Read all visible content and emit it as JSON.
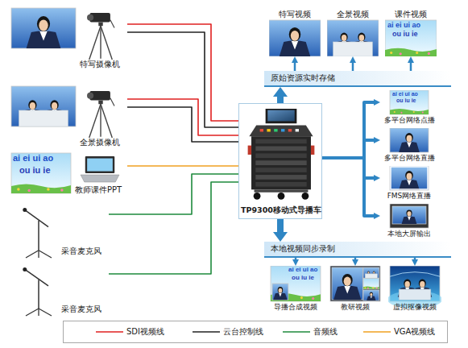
{
  "diagram": {
    "nodes": [
      {
        "text": [
          "特写摄像机"
        ]
      },
      {
        "text": [
          "全景摄像机"
        ]
      },
      {
        "text": [
          "教师课件PPT"
        ]
      },
      {
        "text": [
          "采音麦克风"
        ]
      },
      {
        "text": [
          "采音麦克风"
        ]
      },
      {
        "text": [
          "TP9300移动式导播车"
        ]
      },
      {
        "text": [
          "原始资源实时存储"
        ]
      },
      {
        "text": [
          "特写视频"
        ]
      },
      {
        "text": [
          "全景视频"
        ]
      },
      {
        "text": [
          "课件视频"
        ]
      },
      {
        "text": [
          "多平台网络点播"
        ]
      },
      {
        "text": [
          "多平台网络直播"
        ]
      },
      {
        "text": [
          "FMS网络直播"
        ]
      },
      {
        "text": [
          "本地大屏输出"
        ]
      },
      {
        "text": [
          "本地视频同步录制"
        ]
      },
      {
        "text": [
          "导播合成视频"
        ]
      },
      {
        "text": [
          "教研视频"
        ]
      },
      {
        "text": [
          "虚拟抠像视频"
        ]
      }
    ],
    "edges": [
      {
        "from": 0,
        "to": 5,
        "arrow": "none"
      },
      {
        "from": 0,
        "to": 5,
        "arrow": "none"
      },
      {
        "from": 1,
        "to": 5,
        "arrow": "none"
      },
      {
        "from": 1,
        "to": 5,
        "arrow": "none"
      },
      {
        "from": 2,
        "to": 5,
        "arrow": "none"
      },
      {
        "from": 3,
        "to": 5,
        "arrow": "none"
      },
      {
        "from": 4,
        "to": 5,
        "arrow": "none"
      },
      {
        "from": 5,
        "to": 6,
        "arrow": "to"
      },
      {
        "from": 6,
        "to": 7,
        "arrow": "to"
      },
      {
        "from": 6,
        "to": 8,
        "arrow": "to"
      },
      {
        "from": 6,
        "to": 9,
        "arrow": "to"
      },
      {
        "from": 5,
        "to": 10,
        "arrow": "to"
      },
      {
        "from": 5,
        "to": 11,
        "arrow": "to"
      },
      {
        "from": 5,
        "to": 12,
        "arrow": "to"
      },
      {
        "from": 5,
        "to": 13,
        "arrow": "to"
      },
      {
        "from": 5,
        "to": 14,
        "arrow": "to"
      },
      {
        "from": 14,
        "to": 15,
        "arrow": "to"
      },
      {
        "from": 14,
        "to": 16,
        "arrow": "to"
      },
      {
        "from": 14,
        "to": 17,
        "arrow": "to"
      }
    ],
    "labels": [
      "ai ei ui ao",
      "ou iu ie",
      "ai ei ui ao",
      "ou iu ie",
      "ai ei ui ao",
      "ou iu ie",
      "ai ei ui ao",
      "ou iu ie"
    ],
    "legend": [
      {
        "text": "SDI视频线"
      },
      {
        "text": "云台控制线"
      },
      {
        "text": "音频线"
      },
      {
        "text": "VGA视频线"
      }
    ]
  }
}
